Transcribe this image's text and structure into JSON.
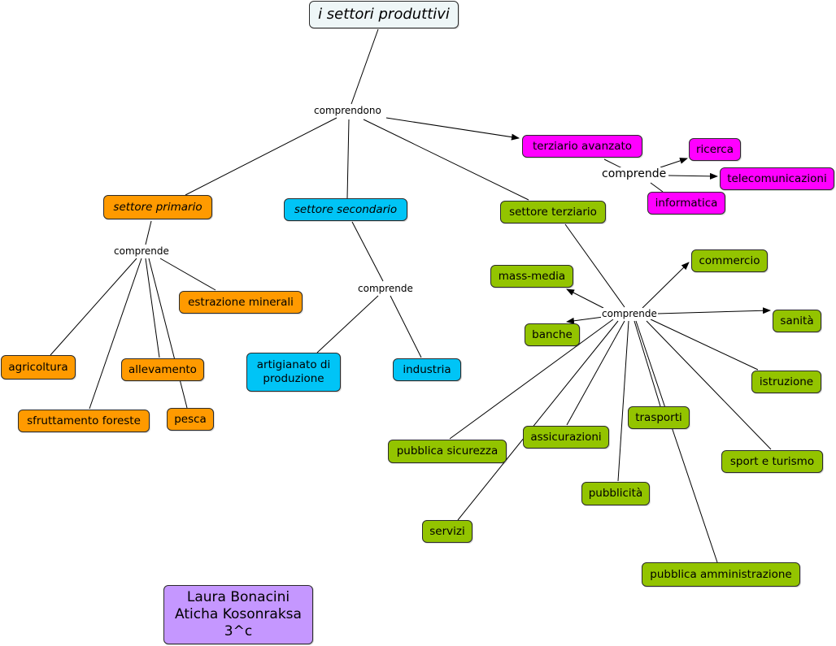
{
  "title": "i settori produttivi",
  "link_labels": {
    "comprendono": "comprendono",
    "primario": "comprende",
    "secondario": "comprende",
    "avanzato": "comprende",
    "terziario": "comprende"
  },
  "nodes": {
    "primario": "settore primario",
    "secondario": "settore secondario",
    "terziario": "settore terziario",
    "avanzato": "terziario avanzato",
    "ricerca": "ricerca",
    "telecomunicazioni": "telecomunicazioni",
    "informatica": "informatica",
    "estrazione": "estrazione minerali",
    "agricoltura": "agricoltura",
    "allevamento": "allevamento",
    "sfruttamento": "sfruttamento foreste",
    "pesca": "pesca",
    "artigianato": "artigianato di produzione",
    "industria": "industria",
    "massmedia": "mass-media",
    "banche": "banche",
    "commercio": "commercio",
    "sanita": "sanità",
    "istruzione": "istruzione",
    "trasporti": "trasporti",
    "assicurazioni": "assicurazioni",
    "sicurezza": "pubblica sicurezza",
    "pubblicita": "pubblicità",
    "sport": "sport e turismo",
    "servizi": "servizi",
    "amministrazione": "pubblica amministrazione"
  },
  "authors": "Laura Bonacini Aticha Kosonraksa 3^c",
  "colors": {
    "primario": "#ff9a00",
    "secondario": "#00c4f6",
    "terziario": "#93c400",
    "avanzato": "#ff00ff",
    "authors": "#c597ff",
    "title_bg": "#eef6f7"
  }
}
